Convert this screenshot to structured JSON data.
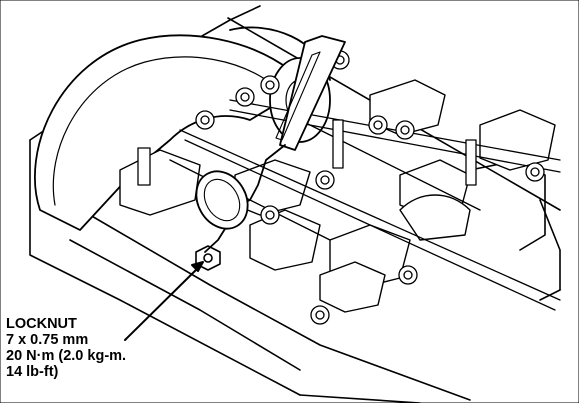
{
  "callout": {
    "title": "LOCKNUT",
    "size": "7 x 0.75 mm",
    "torque_metric": "20 N·m (2.0 kg-m.",
    "torque_imperial": "14 lb-ft)"
  },
  "colors": {
    "line": "#000000",
    "background": "#ffffff"
  }
}
